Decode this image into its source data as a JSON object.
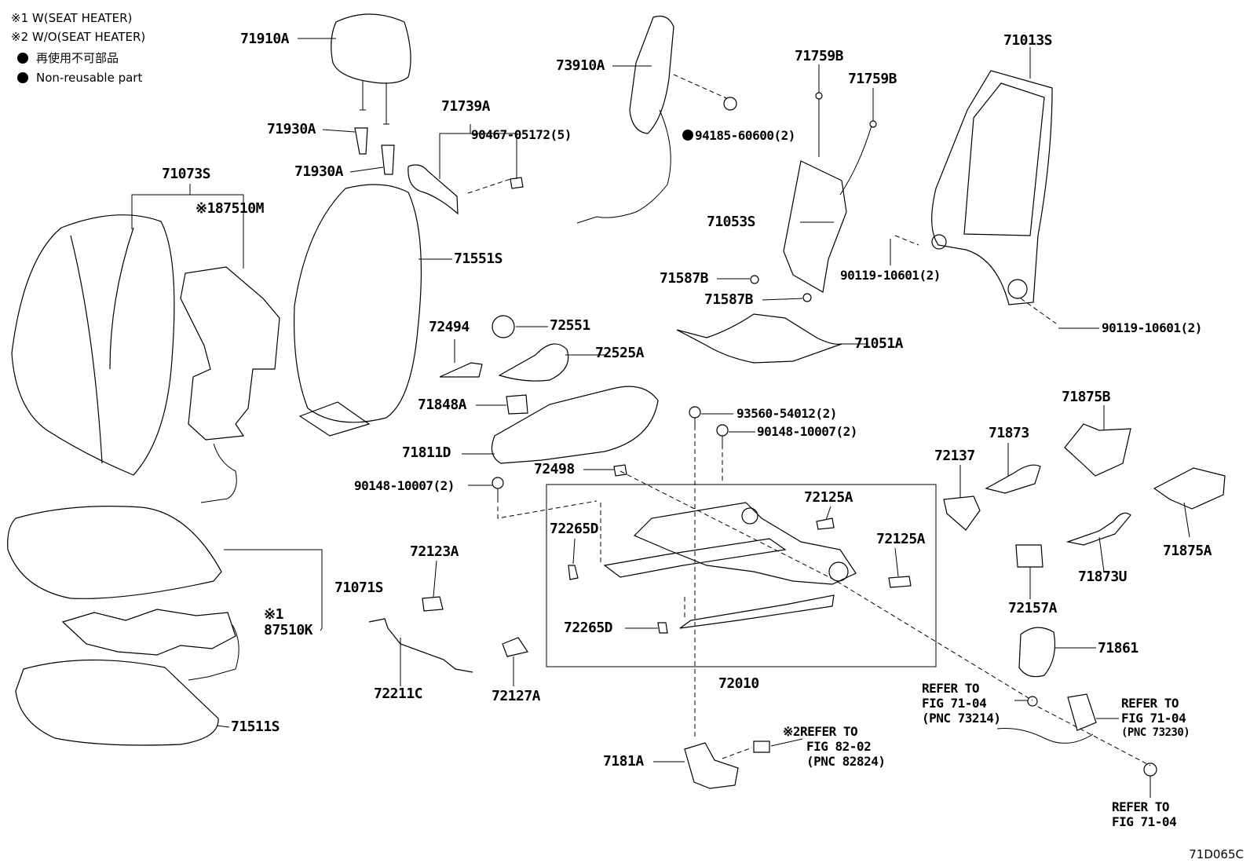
{
  "legend": {
    "note1": "※1 W(SEAT HEATER)",
    "note2": "※2 W/O(SEAT HEATER)",
    "non_reusable_jp": "再使用不可部品",
    "non_reusable_en": "Non-reusable part"
  },
  "labels": {
    "p71910A": "71910A",
    "p71930A_1": "71930A",
    "p71930A_2": "71930A",
    "p71739A": "71739A",
    "p90467": "90467-05172(5)",
    "p73910A": "73910A",
    "p94185": "94185-60600(2)",
    "p71759B_1": "71759B",
    "p71759B_2": "71759B",
    "p71013S": "71013S",
    "p71073S": "71073S",
    "p87510M": "※187510M",
    "p71551S": "71551S",
    "p71053S": "71053S",
    "p90119_1": "90119-10601(2)",
    "p71587B_1": "71587B",
    "p71587B_2": "71587B",
    "p90119_2": "90119-10601(2)",
    "p72494": "72494",
    "p72551": "72551",
    "p72525A": "72525A",
    "p71051A": "71051A",
    "p71848A": "71848A",
    "p93560": "93560-54012(2)",
    "p90148_1": "90148-10007(2)",
    "p71811D": "71811D",
    "p71875B": "71875B",
    "p71873": "71873",
    "p72137": "72137",
    "p72498": "72498",
    "p90148_2": "90148-10007(2)",
    "p72125A_1": "72125A",
    "p72125A_2": "72125A",
    "p72265D_1": "72265D",
    "p71875A": "71875A",
    "p72123A": "72123A",
    "p71071S": "71071S",
    "p87510K_note": "※1",
    "p87510K": "87510K",
    "p71873U": "71873U",
    "p72157A": "72157A",
    "p72265D_2": "72265D",
    "p71861": "71861",
    "p72211C": "72211C",
    "p72127A": "72127A",
    "p72010": "72010",
    "p71511S": "71511S",
    "p7181A": "7181A",
    "ref_73214": [
      "REFER TO",
      "FIG 71-04",
      "(PNC 73214)"
    ],
    "ref_73230": [
      "REFER TO",
      "FIG 71-04",
      "(PNC 73230)"
    ],
    "ref_82824": [
      "※2REFER TO",
      "FIG 82-02",
      "(PNC 82824)"
    ],
    "ref_bottom": [
      "REFER TO",
      "FIG 71-04"
    ]
  },
  "figure_code": "71D065C"
}
